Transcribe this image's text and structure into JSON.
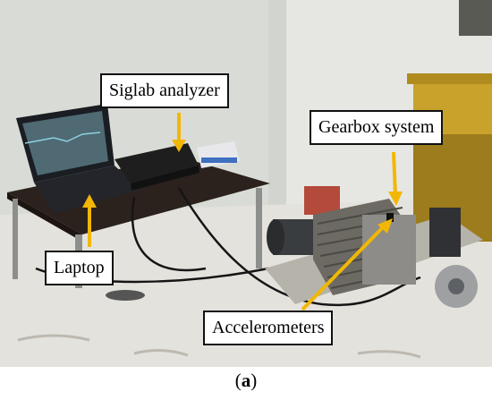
{
  "labels": {
    "siglab": "Siglab analyzer",
    "gearbox": "Gearbox system",
    "laptop": "Laptop",
    "accelerometers": "Accelerometers"
  },
  "caption": {
    "open": "(",
    "letter": "a",
    "close": ")"
  },
  "colors": {
    "arrow": "#f2b705",
    "wall": "#e6e7e2",
    "table_top": "#2b221d",
    "floor": "#e4e2dc"
  }
}
